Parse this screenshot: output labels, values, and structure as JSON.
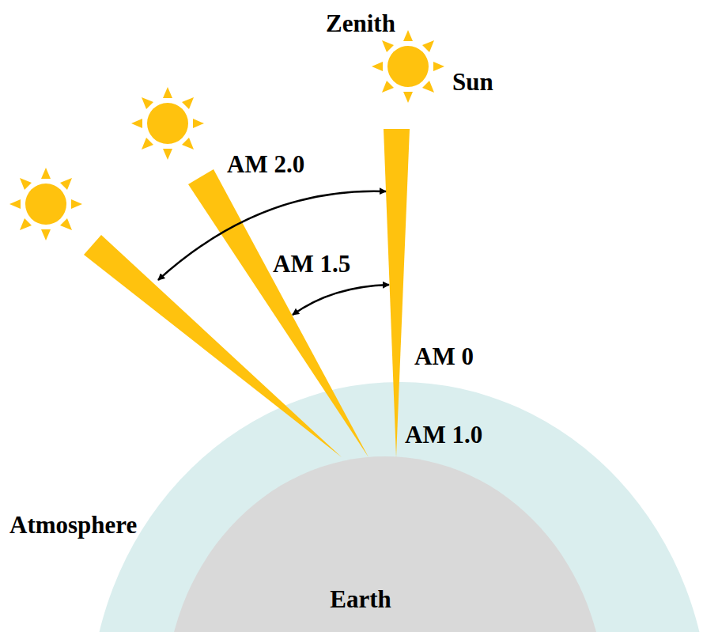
{
  "diagram": {
    "labels": [
      "Zenith",
      "Sun",
      "AM 2.0",
      "AM 1.5",
      "AM 0",
      "AM 1.0",
      "Atmosphere",
      "Earth"
    ]
  }
}
